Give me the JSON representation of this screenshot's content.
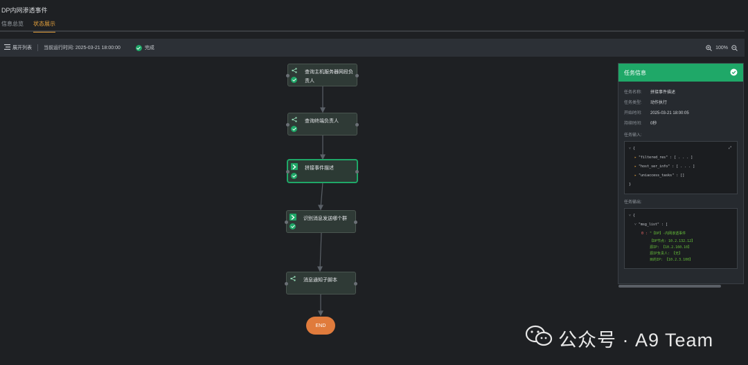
{
  "page": {
    "title": "DP内网渗透事件"
  },
  "tabs": [
    {
      "label": "信息总览"
    },
    {
      "label": "状态展示"
    }
  ],
  "toolbar": {
    "expand_label": "展开列表",
    "runtime_label": "当前运行时间: 2025-03-21 18:00:00",
    "status_label": "完成",
    "zoom_level": "100%"
  },
  "flow": {
    "nodes": [
      {
        "label": "查询主机服务器网段负责人",
        "type": "share"
      },
      {
        "label": "查询终端负责人",
        "type": "share"
      },
      {
        "label": "拼接事件描述",
        "type": "task"
      },
      {
        "label": "识别消息发送哪个群",
        "type": "task"
      },
      {
        "label": "消息通知子脚本",
        "type": "share"
      }
    ],
    "end_label": "END"
  },
  "panel": {
    "title": "任务信息",
    "fields": [
      {
        "key": "任务名称:",
        "value": "拼接事件描述"
      },
      {
        "key": "任务类型:",
        "value": "动作执行"
      },
      {
        "key": "开始时间:",
        "value": "2025-03-21 18:00:05"
      },
      {
        "key": "持续时间:",
        "value": "0秒"
      }
    ],
    "input_label": "任务输入:",
    "input_lines": [
      "\"filtered_res\" : [ . . . ]",
      "\"host_ser_info\" : [ . . . ]",
      "\"uniaccess_tasks\" : []"
    ],
    "output_label": "任务输出:",
    "output_key": "\"msg_list\" : [",
    "output_lines": [
      "\"【DP】-内网渗透事件",
      "【DP节点: 10.2.132.12】",
      "源IP: 【10.2.160.10】",
      "源IP负责人: 【无】",
      "目的IP: 【10.2.3.100】"
    ]
  },
  "watermark": {
    "text": "公众号 · A9 Team"
  }
}
